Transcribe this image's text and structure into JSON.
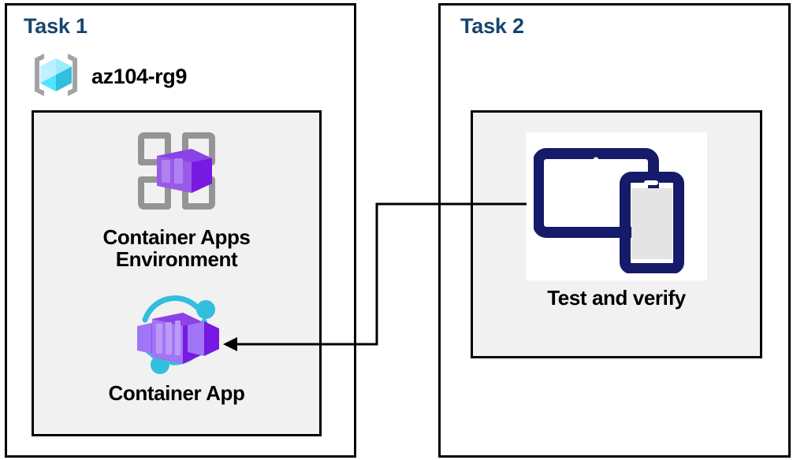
{
  "diagram": {
    "title_color": "#17456f",
    "panel_border_color": "#000000",
    "group_fill_color": "#f1f1f1",
    "connector_color": "#000000"
  },
  "task1": {
    "title": "Task 1",
    "resource_group": {
      "name": "az104-rg9",
      "icon": "resource-group-icon",
      "icon_colors": {
        "cube": "#50e6ff",
        "brackets": "#a0a0a0"
      }
    },
    "nodes": [
      {
        "id": "container-apps-environment",
        "caption": "Container Apps\nEnvironment",
        "icon": "container-apps-environment-icon",
        "icon_colors": {
          "frame": "#949494",
          "box_front": "#9a5ae8",
          "box_side": "#7719e0"
        }
      },
      {
        "id": "container-app",
        "caption": "Container App",
        "icon": "container-app-icon",
        "icon_colors": {
          "ring": "#32bedd",
          "box_front": "#a175f5",
          "box_side": "#7719e0"
        }
      }
    ]
  },
  "task2": {
    "title": "Task 2",
    "nodes": [
      {
        "id": "test-and-verify",
        "caption": "Test and verify",
        "icon": "devices-icon",
        "icon_colors": {
          "device": "#151b69",
          "screen": "#ffffff",
          "phone_screen": "#e4e4e4"
        }
      }
    ]
  },
  "connection": {
    "from": "test-and-verify",
    "to": "container-app",
    "arrow": "left-arrowhead"
  }
}
